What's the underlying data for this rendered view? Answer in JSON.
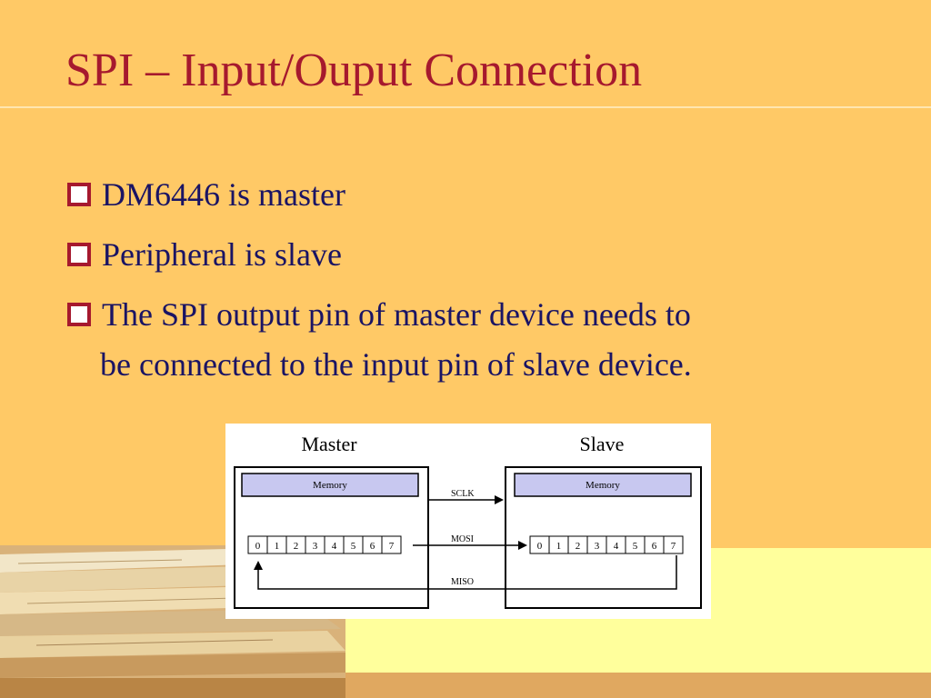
{
  "slide": {
    "title": "SPI – Input/Ouput Connection",
    "bullets": [
      "DM6446 is master",
      "Peripheral is slave",
      "The SPI output pin of master device needs to",
      "be connected to the input pin of slave device."
    ]
  },
  "diagram": {
    "master_label": "Master",
    "slave_label": "Slave",
    "memory_label": "Memory",
    "signals": {
      "sclk": "SCLK",
      "mosi": "MOSI",
      "miso": "MISO"
    },
    "bits": [
      "0",
      "1",
      "2",
      "3",
      "4",
      "5",
      "6",
      "7"
    ]
  },
  "colors": {
    "background": "#FFC966",
    "title": "#A6192E",
    "text": "#1A1464",
    "memory_fill": "#C8C8F0"
  }
}
